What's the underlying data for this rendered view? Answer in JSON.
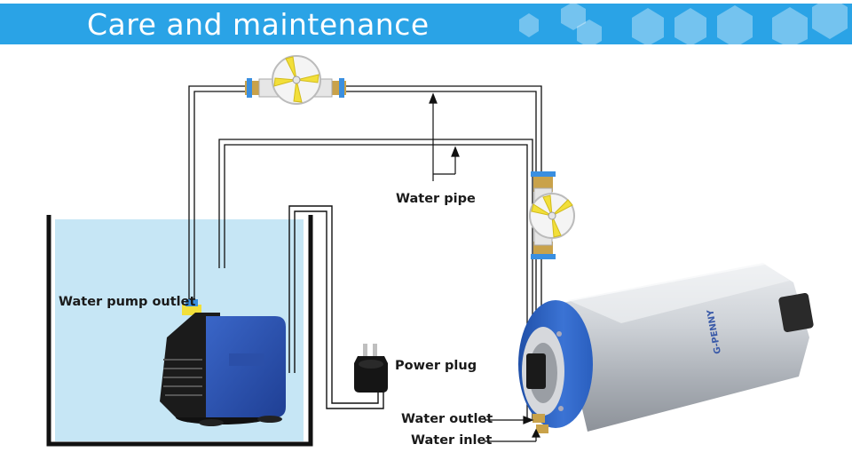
{
  "title": "Care and maintenance",
  "labels": {
    "water_pipe": "Water pipe",
    "water_pump_outlet": "Water pump outlet",
    "power_plug": "Power plug",
    "water_outlet": "Water outlet",
    "water_inlet": "Water inlet"
  },
  "spindle_brand": "G-PENNY",
  "colors": {
    "banner": "#2aa3e6",
    "water": "#c6e6f5",
    "pump": "#2d55b5",
    "spindle_cap": "#2a5fbf",
    "flowmeter_vane": "#f2df3a"
  }
}
